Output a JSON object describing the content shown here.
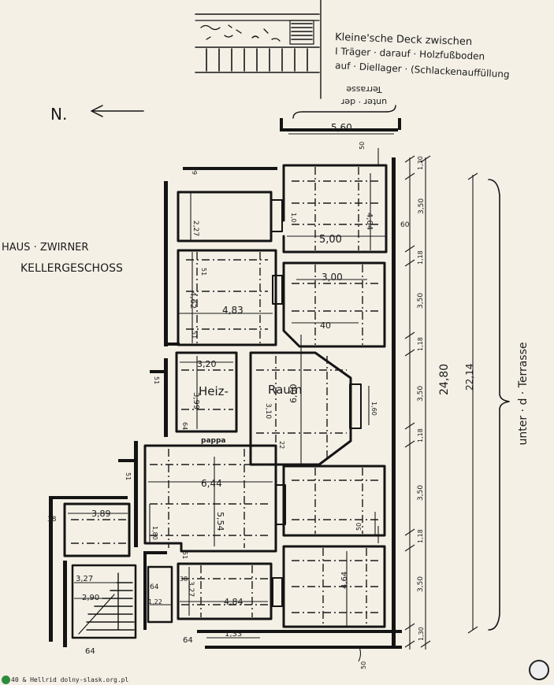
{
  "ceiling_note": [
    "Kleine'sche Deck zwischen",
    "I Träger · darauf · Holzfußboden",
    "auf · Diellager · (Schlackenauffüllung"
  ],
  "north_label": "N.",
  "title_lines": [
    "HAUS · ZWIRNER",
    "KELLERGESCHOSS"
  ],
  "terrace_top": [
    "unter · der",
    "Terrasse"
  ],
  "terrace_side": "unter · d · Terrasse",
  "room_labels": {
    "heiz": "Heiz-",
    "raum": "Raum",
    "stair": "pappa"
  },
  "dimensions": {
    "top_width": "5,60",
    "d50_top": "50",
    "d64_top": "64",
    "d2_27_top": "2,27",
    "d1_0": "1,0",
    "d4_64_top": "4,64",
    "d60": "60",
    "d3_50_a": "3,50",
    "d5_00": "5,00",
    "d51_a": "51",
    "d1_18_a": "1,18",
    "d3_00": "3,00",
    "d4_62": "4,62",
    "d4_83": "4,83",
    "d3_50_b": "3,50",
    "d40": "40",
    "d51_b": "51",
    "d1_18_b": "1,18",
    "d3_20": "3,20",
    "d51_c": "51",
    "d3_99": "3,99",
    "d3_10": "3,10",
    "d6_60": "6,60",
    "d1_60": "1,60",
    "d3_50_c": "3,50",
    "d24_80": "24,80",
    "d22_14": "22,14",
    "d64_mid": "64",
    "d22": "22",
    "d1_18_c": "1,18",
    "d51_d": "51",
    "d6_44": "6,44",
    "d5_54": "5,54",
    "d3_50_d": "3,50",
    "d38_a": "38",
    "d3_89": "3,89",
    "d1_80": "1,80",
    "d50_mid": "50",
    "d1_18_d": "1,18",
    "d51_e": "51",
    "d38_b": "38",
    "d3_27_a": "3,27",
    "d64_small": "64",
    "d3_27_b": "3,27",
    "d3_50_e": "3,50",
    "d4_64_bot": "4,64",
    "d2_90": "2,90",
    "d1_22": "1,22",
    "d4_84": "4,84",
    "d64_b1": "64",
    "d64_b2": "64",
    "d1_33": "1,33",
    "d1_30_top": "1,30",
    "d1_30_bot": "1,30",
    "d50_bot": "50"
  },
  "footer": "40 & Hellrid dolny-slask.org.pl"
}
